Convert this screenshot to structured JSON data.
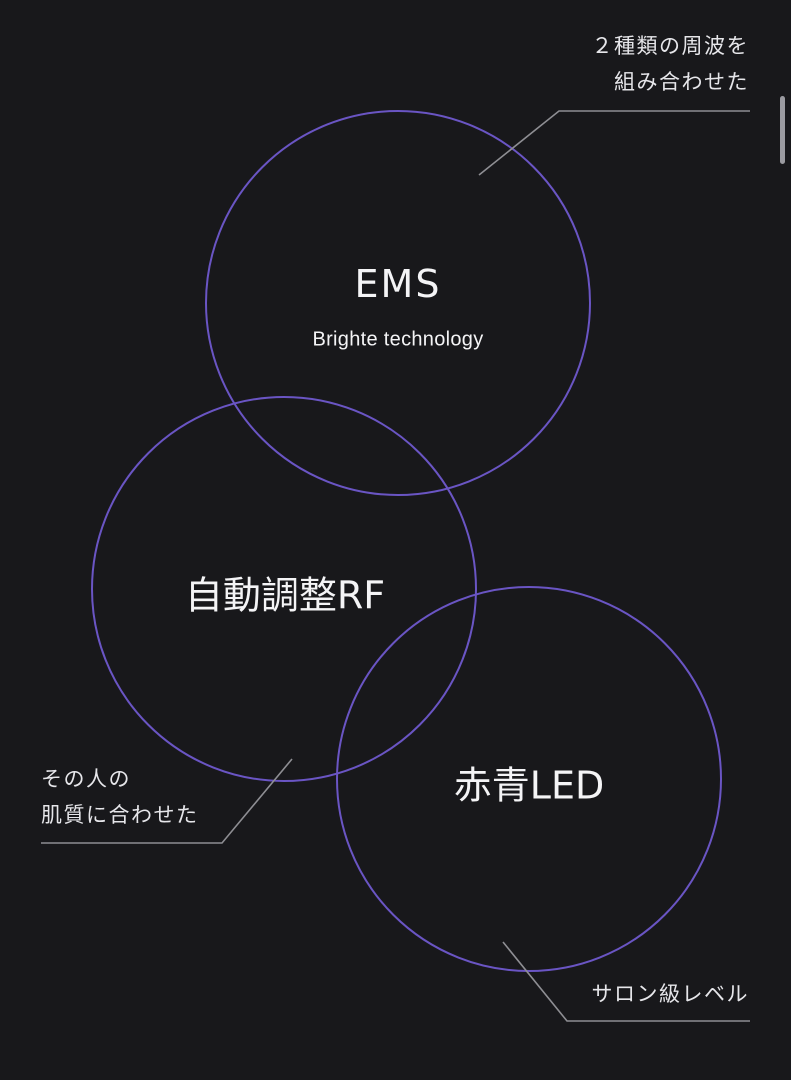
{
  "colors": {
    "background": "#18181b",
    "circle_stroke": "#6a55c4",
    "leader_line": "#8e8e93",
    "text": "#f4f4f6"
  },
  "features": [
    {
      "id": "ems",
      "title": "EMS",
      "subtitle": "Brighte technology",
      "note_lines": [
        "２種類の周波を",
        "組み合わせた"
      ]
    },
    {
      "id": "rf",
      "title": "自動調整RF",
      "note_lines": [
        "その人の",
        "肌質に合わせた"
      ]
    },
    {
      "id": "led",
      "title": "赤青LED",
      "note_lines": [
        "サロン級レベル"
      ]
    }
  ]
}
